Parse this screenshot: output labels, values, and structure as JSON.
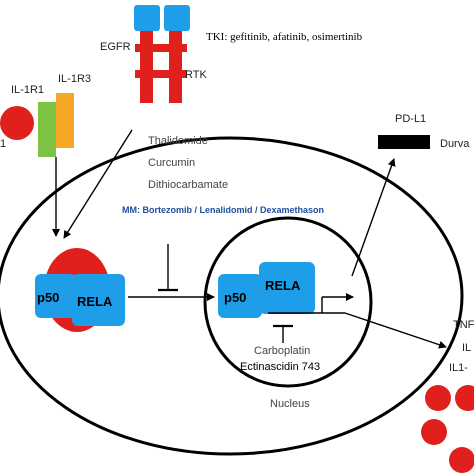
{
  "labels": {
    "il1r1": "IL-1R1",
    "il1r3": "IL-1R3",
    "il1r_left_cut": "1",
    "egfr": "EGFR",
    "rtk": "RTK",
    "tki": "TKI: gefitinib, afatinib, osimertinib",
    "pdl1": "PD-L1",
    "durva": "Durva",
    "thalidomide": "Thalidomide",
    "curcumin": "Curcumin",
    "dithiocarbamate": "Dithiocarbamate",
    "mm": "MM: Bortezomib / Lenalidomid / Dexamethason",
    "p50_cyto": "p50",
    "rela_cyto": "RELA",
    "p50_nuc": "p50",
    "rela_nuc": "RELA",
    "carboplatin": "Carboplatin",
    "ectinascidin": "Ectinascidin 743",
    "nucleus": "Nucleus",
    "tnf_cut": "TNF",
    "il_cut": "IL",
    "il1_cut": "IL1-"
  },
  "colors": {
    "egfr_head": "#1e9ee8",
    "egfr_body": "#e0201c",
    "receptor_green": "#7dc242",
    "receptor_orange": "#f5a623",
    "ligand_red": "#e0201c",
    "protein_blue": "#1e9ee8",
    "ikb_red": "#e0201c",
    "mm_text": "#1f4e9c",
    "pdl1_black": "#000000",
    "line": "#000000",
    "text_gray": "#444444"
  }
}
